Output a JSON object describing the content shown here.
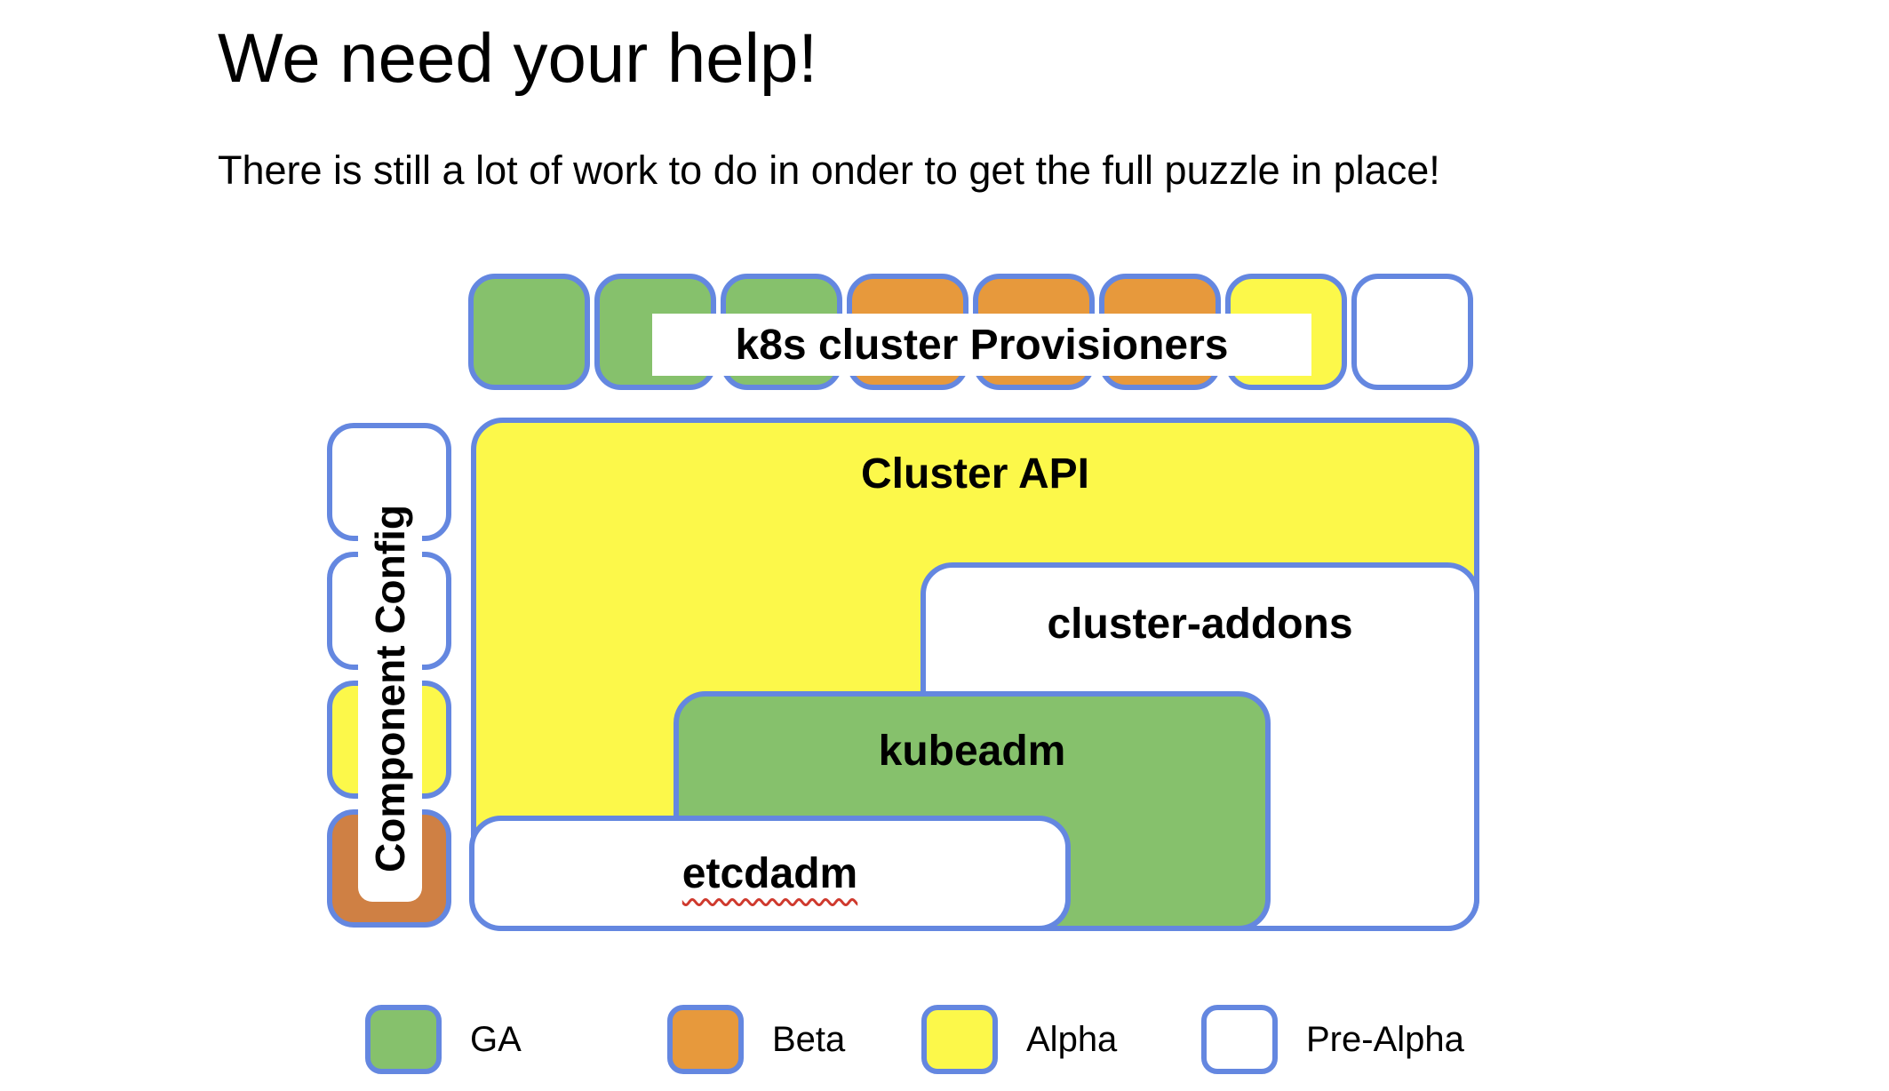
{
  "slide": {
    "title": "We need your help!",
    "subtitle": "There is still a lot of work to do in onder to get the full puzzle in place!"
  },
  "colors": {
    "border_blue": "#6487e0",
    "ga": "#86c16c",
    "beta": "#e7993c",
    "beta_alt": "#cf8044",
    "alpha": "#fcf84a",
    "pre_alpha": "#ffffff",
    "spellcheck_red": "#cf3a2e"
  },
  "provisioners": {
    "label": "k8s cluster Provisioners",
    "squares": [
      "ga",
      "ga",
      "ga",
      "beta",
      "beta",
      "beta",
      "alpha",
      "pre_alpha"
    ]
  },
  "component_config": {
    "label": "Component Config",
    "squares": [
      "pre_alpha",
      "pre_alpha",
      "alpha",
      "beta_alt"
    ]
  },
  "main": {
    "cluster_api": {
      "label": "Cluster API",
      "status": "alpha"
    },
    "cluster_addons": {
      "label": "cluster-addons",
      "status": "pre_alpha"
    },
    "kubeadm": {
      "label": "kubeadm",
      "status": "ga"
    },
    "etcdadm": {
      "label": "etcdadm",
      "status": "pre_alpha"
    }
  },
  "legend": {
    "items": [
      {
        "status": "ga",
        "label": "GA"
      },
      {
        "status": "beta",
        "label": "Beta"
      },
      {
        "status": "alpha",
        "label": "Alpha"
      },
      {
        "status": "pre_alpha",
        "label": "Pre-Alpha"
      }
    ]
  }
}
